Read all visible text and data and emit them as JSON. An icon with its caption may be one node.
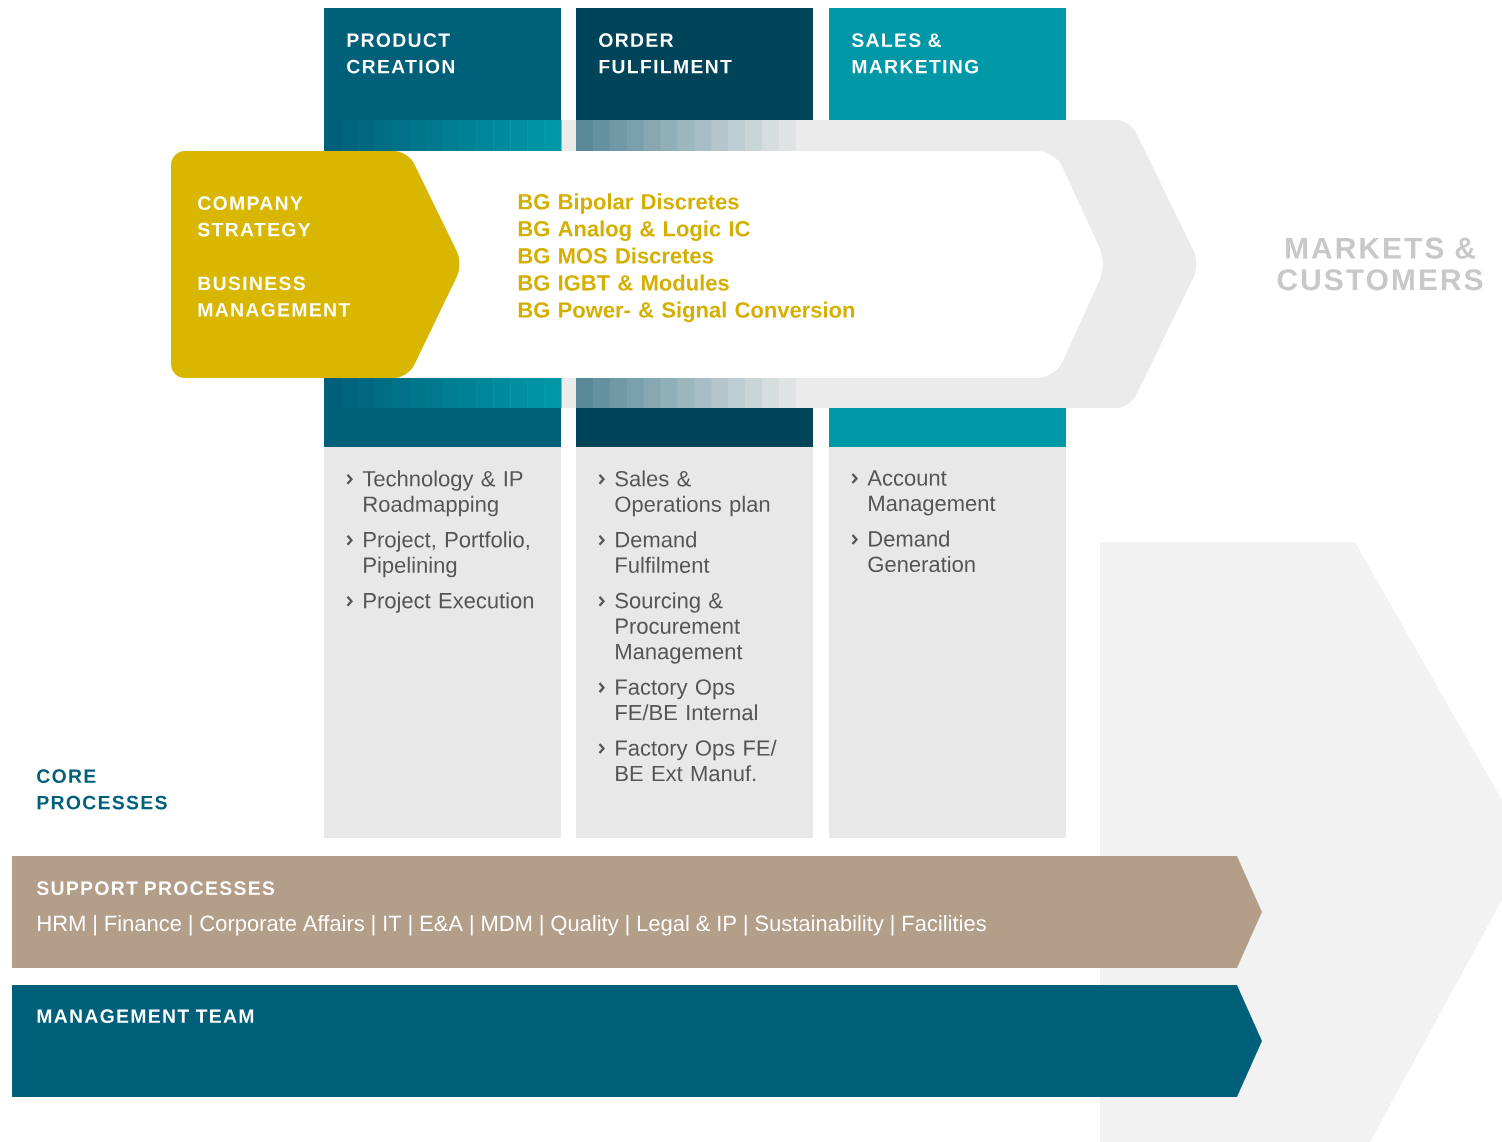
{
  "diagram": {
    "nodes": [
      {
        "text": [
          "PRODUCT CREATION"
        ]
      },
      {
        "text": [
          "ORDER FULFILMENT"
        ]
      },
      {
        "text": [
          "SALES & MARKETING"
        ]
      },
      {
        "text": [
          "COMPANY STRATEGY",
          "BUSINESS MANAGEMENT"
        ]
      },
      {
        "text": [
          "MARKETS & CUSTOMERS"
        ]
      },
      {
        "text": [
          "BG Bipolar Discretes",
          "BG Analog & Logic IC",
          "BG MOS Discretes",
          "BG IGBT & Modules",
          "BG Power- & Signal Conversion"
        ],
        "in": 4
      },
      {
        "text": [
          "Technology & IP Roadmapping",
          "Project, Portfolio, Pipelining",
          "Project Execution"
        ]
      },
      {
        "text": [
          "Sales & Operations plan",
          "Demand Fulfilment",
          "Sourcing & Procurement Management",
          "Factory Ops FE/BE Internal",
          "Factory Ops FE/ BE Ext Manuf."
        ]
      },
      {
        "text": [
          "Account Management",
          "Demand Generation"
        ]
      },
      {
        "text": [
          "SUPPORT PROCESSES",
          "HRM  |  Finance  |  Corporate Affairs  |  IT  |  E&A  |  MDM  |  Quality  |  Legal & IP  |  Sustainability  |  Facilities"
        ]
      },
      {
        "text": [
          "MANAGEMENT TEAM"
        ]
      }
    ],
    "labels": [
      "CORE PROCESSES"
    ]
  }
}
